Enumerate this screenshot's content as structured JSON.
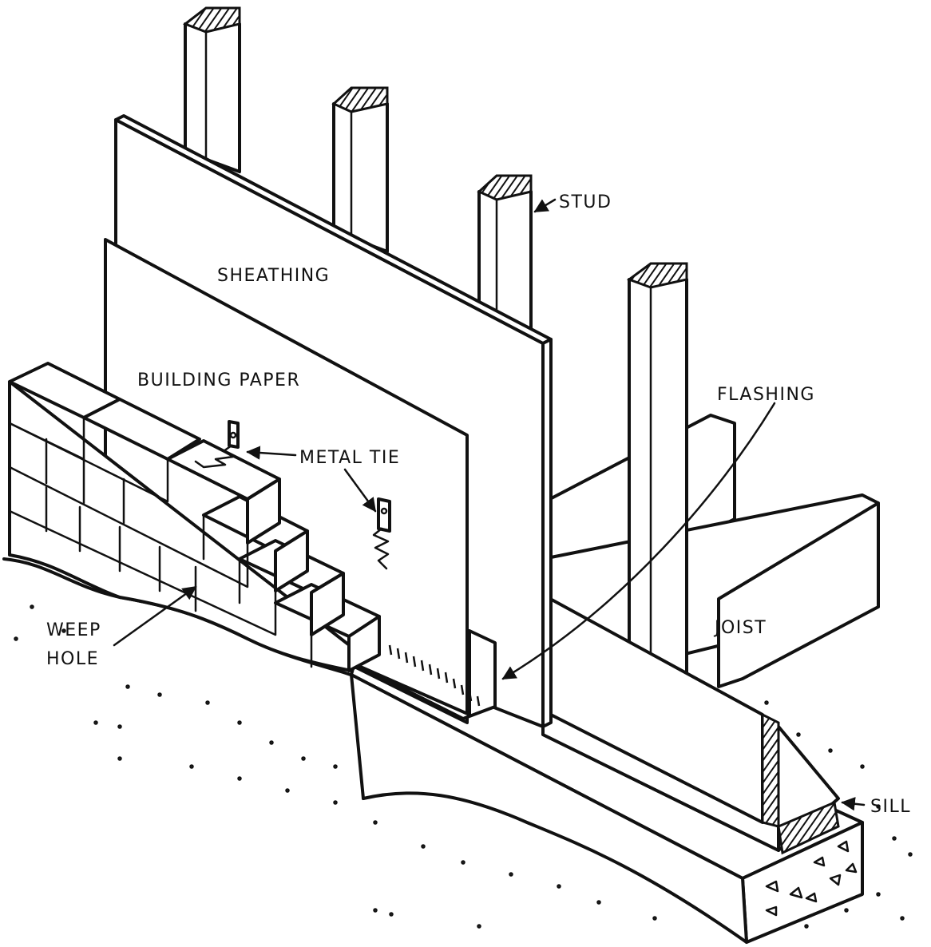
{
  "labels": {
    "stud": "STUD",
    "sheathing": "SHEATHING",
    "building_paper": "BUILDING PAPER",
    "metal_tie": "METAL TIE",
    "flashing": "FLASHING",
    "joist": "JOIST",
    "weep_hole_line1": "WEEP",
    "weep_hole_line2": "HOLE",
    "sill": "SILL"
  },
  "colors": {
    "ink": "#111111",
    "paper": "#ffffff"
  }
}
